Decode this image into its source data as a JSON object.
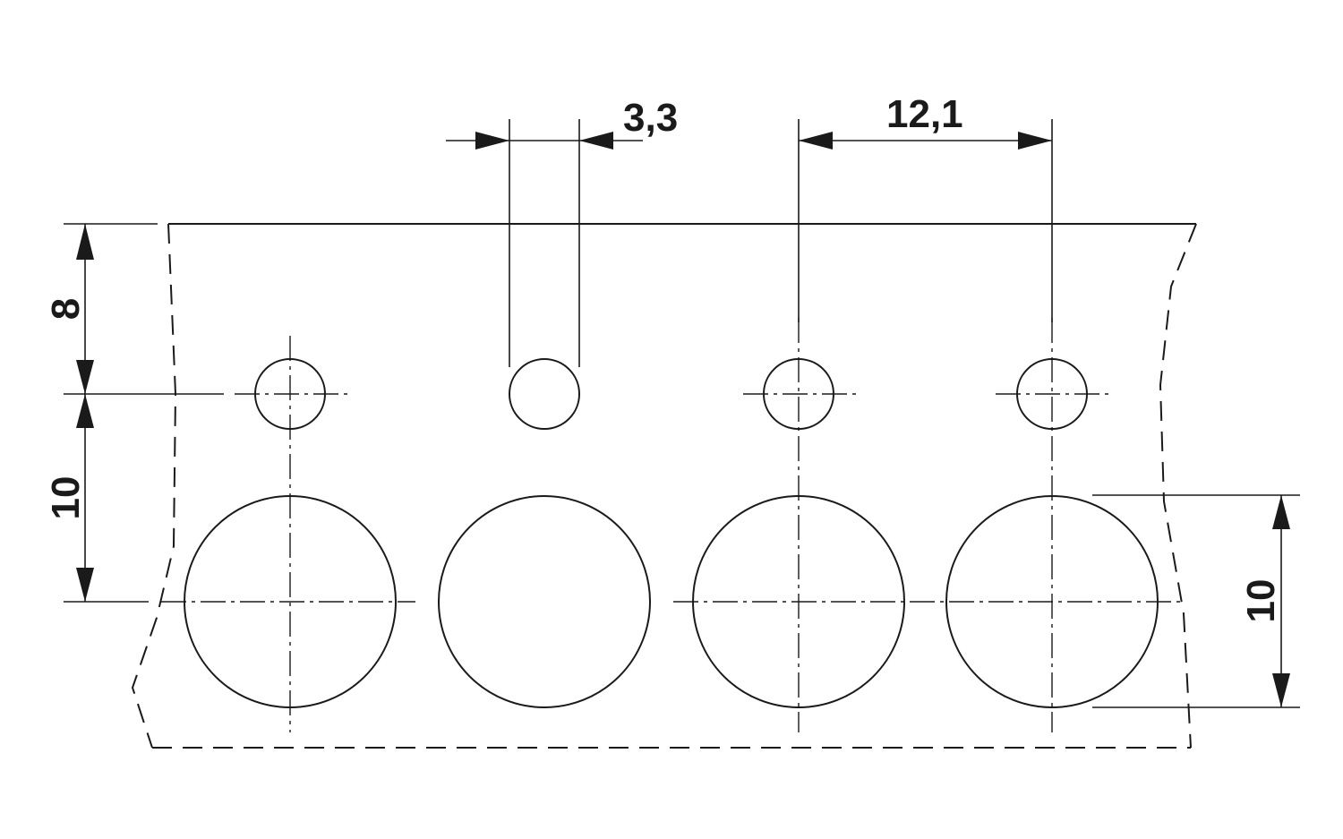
{
  "dimensions": {
    "small_hole_diameter": "3,3",
    "pitch": "12,1",
    "top_to_hole_row": "8",
    "hole_row_spacing": "10",
    "large_hole_diameter": "10"
  },
  "colors": {
    "line": "#1a1a1a",
    "background": "#ffffff"
  }
}
